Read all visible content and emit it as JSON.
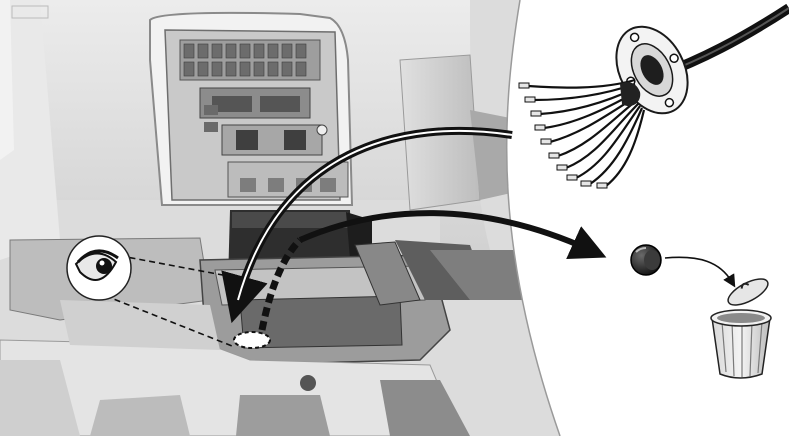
{
  "figure": {
    "kind": "installation-instruction-illustration",
    "steps_depicted": [
      "remove-grommet-plug",
      "discard-plug-in-bin",
      "route-cable-harness-through-opening",
      "inspect-opening"
    ],
    "icons": {
      "eye": "eye-icon",
      "trash_bin": "trash-bin-icon",
      "plug": "rubber-grommet-plug-icon",
      "harness": "cable-harness-with-grommet-icon"
    },
    "wire_count": 10,
    "colors": {
      "background": "#ffffff",
      "panel_light": "#e6e6e6",
      "panel_mid": "#c4c4c4",
      "panel_dark": "#7a7a7a",
      "shadow": "#3a3a3a",
      "arrow": "#111111",
      "outline": "#1a1a1a"
    }
  }
}
